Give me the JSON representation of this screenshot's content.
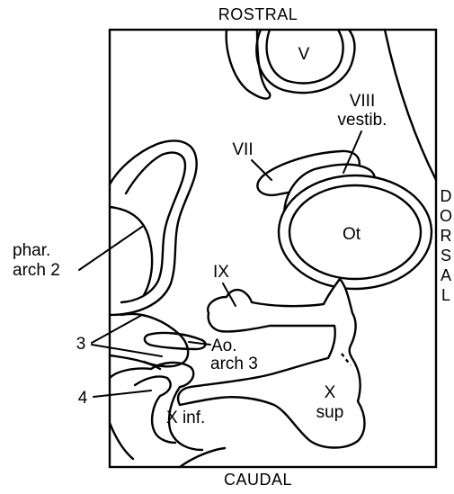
{
  "orientation": {
    "top": "ROSTRAL",
    "bottom": "CAUDAL",
    "right_letters": [
      "D",
      "O",
      "R",
      "S",
      "A",
      "L"
    ]
  },
  "labels": {
    "v": "V",
    "viii_line1": "VIII",
    "viii_line2": "vestib.",
    "vii": "VII",
    "ot": "Ot",
    "phar_line1": "phar.",
    "phar_line2": "arch 2",
    "ix": "IX",
    "three": "3",
    "ao_line1": "Ao.",
    "ao_line2": "arch 3",
    "four": "4",
    "x_line1": "X",
    "x_line2": "sup",
    "x_inf": "X inf."
  },
  "colors": {
    "ink": "#000000",
    "paper": "#ffffff"
  }
}
